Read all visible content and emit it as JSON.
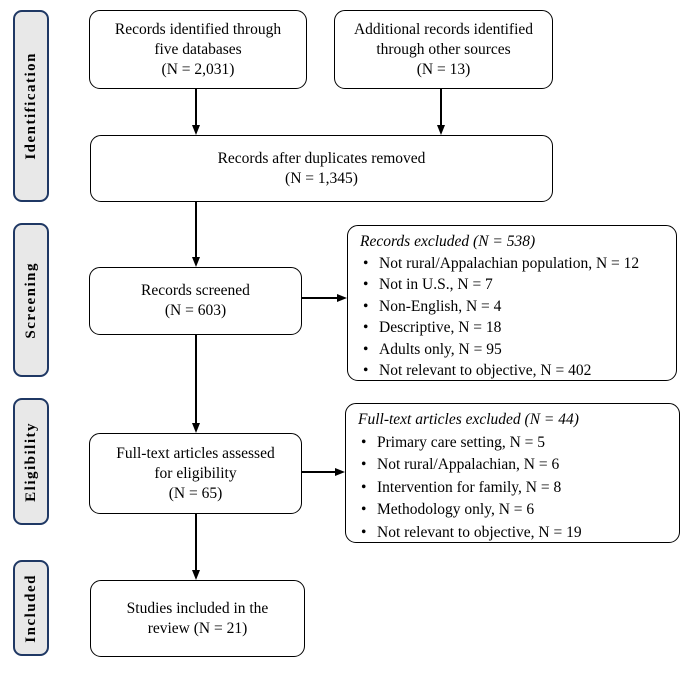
{
  "colors": {
    "stage_fill": "#e8e8e8",
    "stage_border": "#1f3864",
    "box_border": "#000000",
    "background": "#ffffff"
  },
  "stages": [
    {
      "label": "Identification"
    },
    {
      "label": "Screening"
    },
    {
      "label": "Eligibility"
    },
    {
      "label": "Included"
    }
  ],
  "boxes": {
    "identified": {
      "text": "Records identified through\nfive databases\n(N = 2,031)"
    },
    "additional": {
      "text": "Additional records identified\nthrough other sources\n(N = 13)"
    },
    "deduplicated": {
      "text": "Records after duplicates removed\n(N = 1,345)"
    },
    "screened": {
      "text": "Records screened\n(N = 603)"
    },
    "screening_excluded": {
      "title": "Records excluded (N = 538)",
      "items": [
        "Not rural/Appalachian population, N = 12",
        "Not in U.S., N = 7",
        "Non-English, N = 4",
        "Descriptive, N = 18",
        "Adults only, N = 95",
        "Not relevant to objective, N = 402"
      ]
    },
    "fulltext": {
      "text": "Full-text articles assessed\nfor eligibility\n(N = 65)"
    },
    "fulltext_excluded": {
      "title": "Full-text articles excluded (N = 44)",
      "items": [
        "Primary care setting, N = 5",
        "Not rural/Appalachian, N = 6",
        "Intervention for family, N = 8",
        "Methodology only, N = 6",
        "Not relevant to objective, N = 19"
      ]
    },
    "included": {
      "text": "Studies included in the\nreview (N = 21)"
    }
  }
}
